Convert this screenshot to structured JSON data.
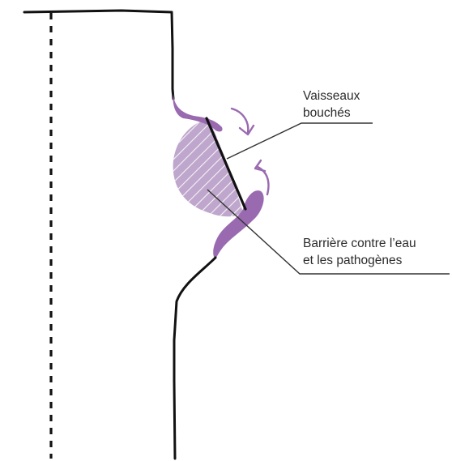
{
  "labels": {
    "vessels": [
      "Vaisseaux",
      "bouchés"
    ],
    "barrier": [
      "Barrière contre l’eau",
      "et les pathogènes"
    ]
  },
  "colors": {
    "outline": "#111111",
    "pruning_cut": "#9a6ab0",
    "barrier_fill": "#bfa6cc",
    "hatch": "#ffffff",
    "leader_line": "#333333"
  },
  "icons": {
    "flow_arrows": "curved-arrow-icon"
  }
}
